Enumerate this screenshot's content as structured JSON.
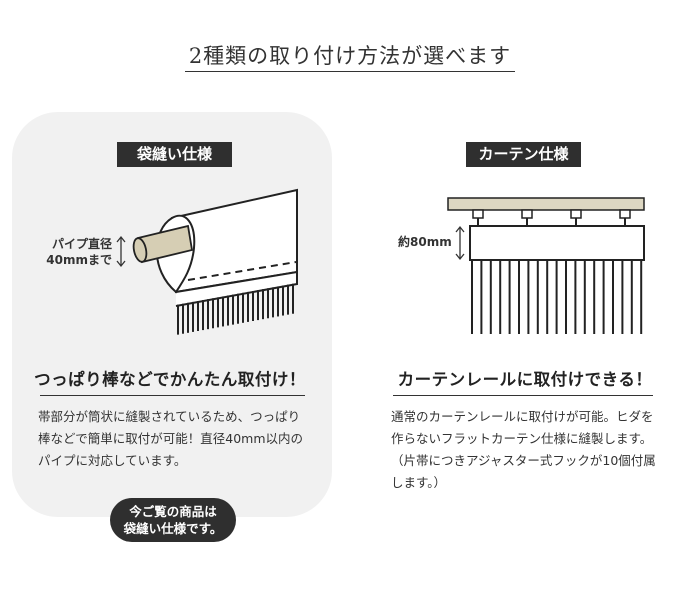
{
  "title": "2種類の取り付け方法が選べます",
  "left": {
    "tag": "袋縫い仕様",
    "dimension_label_line1": "パイプ直径",
    "dimension_label_line2": "40mmまで",
    "heading": "つっぱり棒などでかんたん取付け！",
    "body": "帯部分が筒状に縫製されているため、つっぱり棒などで簡単に取付が可能！直径40mm以内のパイプに対応しています。",
    "bubble_line1": "今ご覧の商品は",
    "bubble_line2": "袋縫い仕様です。"
  },
  "right": {
    "tag": "カーテン仕様",
    "dimension_label": "約80mm",
    "heading": "カーテンレールに取付けできる！",
    "body": "通常のカーテンレールに取付けが可能。ヒダを作らないフラットカーテン仕様に縫製します。（片帯につきアジャスター式フックが10個付属します。）"
  },
  "colors": {
    "dark": "#2f2f2f",
    "panel": "#f1f1f1",
    "pipe": "#d6ceb4",
    "rail": "#ddd7c2"
  }
}
